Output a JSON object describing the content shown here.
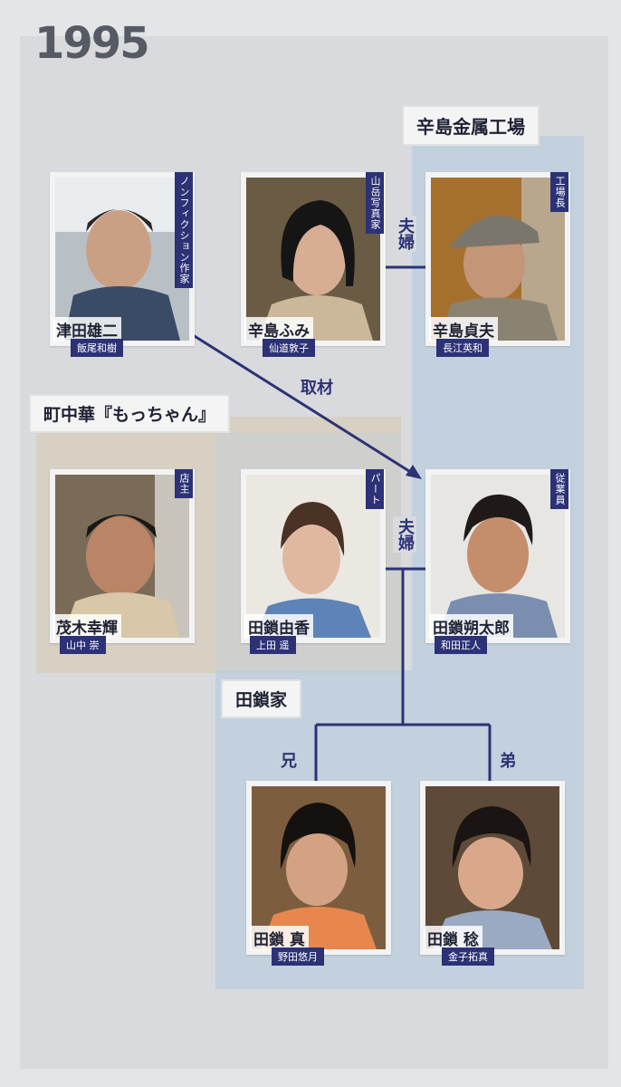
{
  "year": "1995",
  "groups": {
    "karashima_factory": "辛島金属工場",
    "mochan": "町中華『もっちゃん』",
    "tagusari_family": "田鎖家"
  },
  "relations": {
    "couple_top": "夫婦",
    "interview": "取材",
    "couple_mid": "夫婦",
    "older_brother": "兄",
    "younger_brother": "弟"
  },
  "people": {
    "tsuda": {
      "role": "ノンフィクション作家",
      "name": "津田雄二",
      "actor": "飯尾和樹"
    },
    "fumi": {
      "role": "山岳写真家",
      "name": "辛島ふみ",
      "actor": "仙道敦子"
    },
    "sadao": {
      "role": "工場長",
      "name": "辛島貞夫",
      "actor": "長江英和"
    },
    "shigeki": {
      "role": "店主",
      "name": "茂木幸輝",
      "actor": "山中 崇"
    },
    "yuka": {
      "role": "パート",
      "name": "田鎖由香",
      "actor": "上田 遥"
    },
    "sakutaro": {
      "role": "従業員",
      "name": "田鎖朔太郎",
      "actor": "和田正人"
    },
    "makoto": {
      "name": "田鎖 真",
      "actor": "野田悠月"
    },
    "minoru": {
      "name": "田鎖 稔",
      "actor": "金子拓真"
    }
  },
  "colors": {
    "accent": "#2c3275",
    "text": "#1e2233",
    "blue_group": "#b9cddc",
    "beige_group": "#d6ccba"
  }
}
